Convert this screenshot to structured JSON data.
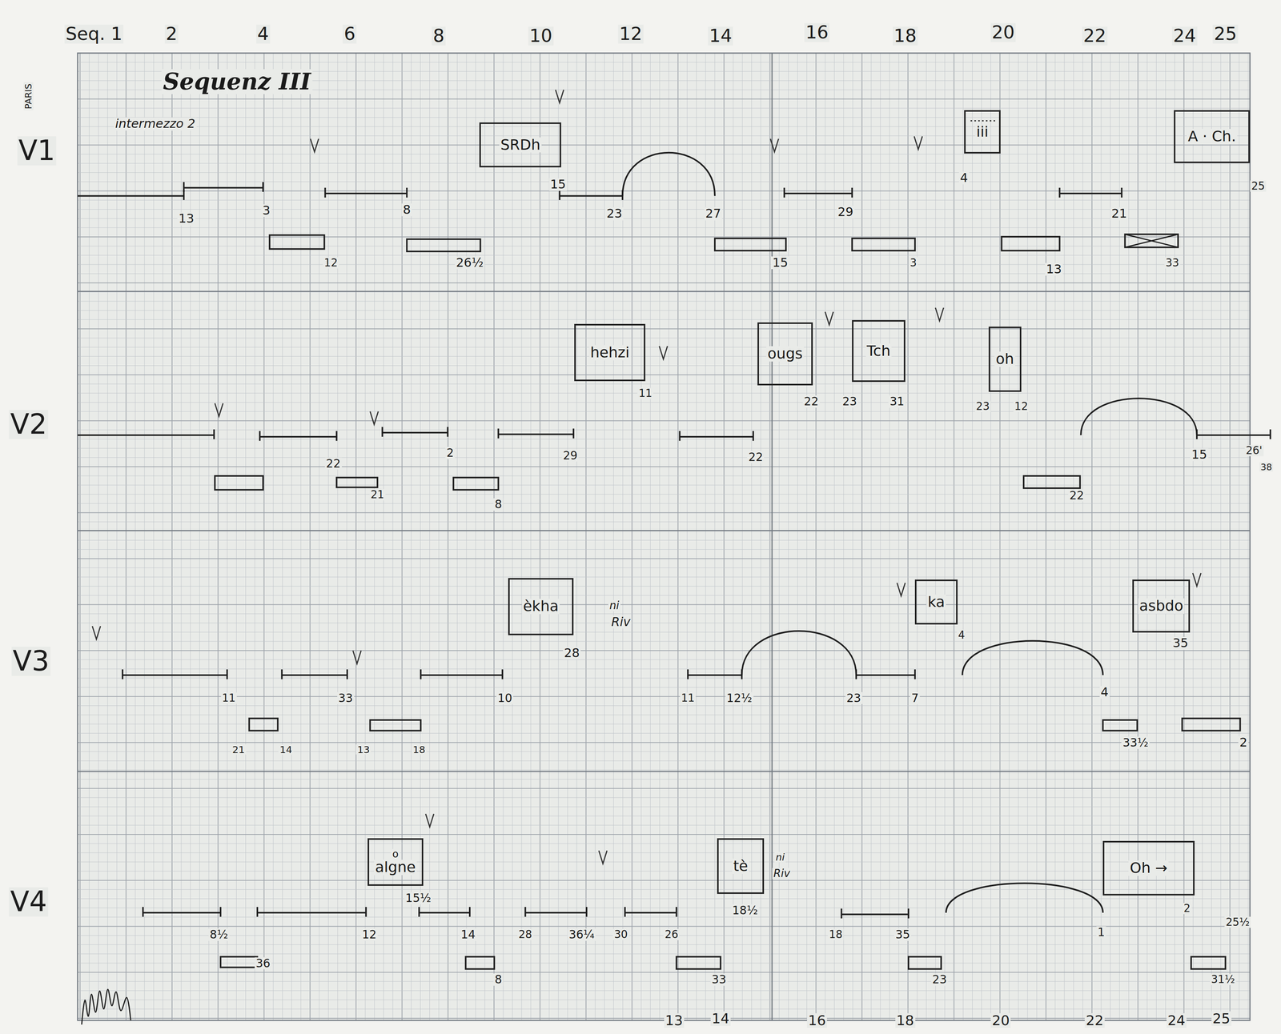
{
  "diagram": {
    "title": "Sequenz III",
    "nodes": [
      {
        "text": [
          "SRDh"
        ]
      },
      {
        "text": [
          "iii"
        ]
      },
      {
        "text": [
          "A · Ch."
        ]
      },
      {
        "text": [
          "hehzi"
        ]
      },
      {
        "text": [
          "ougs"
        ]
      },
      {
        "text": [
          "Tch"
        ]
      },
      {
        "text": [
          "oh"
        ]
      },
      {
        "text": [
          "èkha"
        ]
      },
      {
        "text": [
          "ka"
        ]
      },
      {
        "text": [
          "asbdo"
        ]
      },
      {
        "text": [
          "o",
          "algne"
        ]
      },
      {
        "text": [
          "tè"
        ]
      },
      {
        "text": [
          "Oh →"
        ]
      }
    ],
    "labels": [
      "intermezzo 2",
      "Seq. 1",
      "2",
      "4",
      "6",
      "8",
      "10",
      "12",
      "14",
      "16",
      "18",
      "20",
      "22",
      "24",
      "25",
      "V1",
      "V2",
      "V3",
      "V4",
      "PARIS",
      "13",
      "3",
      "8",
      "15",
      "23",
      "27",
      "29",
      "21",
      "12",
      "26½",
      "15",
      "3",
      "13",
      "33",
      "4",
      "25",
      "22",
      "2",
      "29",
      "22",
      "15",
      "26'",
      "38",
      "21",
      "8",
      "22",
      "11",
      "22",
      "23",
      "31",
      "23",
      "12",
      "11",
      "33",
      "10",
      "11",
      "12½",
      "23",
      "7",
      "4",
      "21",
      "14",
      "13",
      "18",
      "33½",
      "2",
      "28",
      "ni",
      "Riv",
      "4",
      "35",
      "8½",
      "12",
      "14",
      "28",
      "36¼",
      "30",
      "26",
      "18",
      "35",
      "1",
      "36",
      "8",
      "33",
      "23",
      "31½",
      "15½",
      "18½",
      "ni",
      "Riv",
      "2",
      "25½",
      "13",
      "14",
      "16",
      "18",
      "20",
      "22",
      "24",
      "25"
    ]
  }
}
